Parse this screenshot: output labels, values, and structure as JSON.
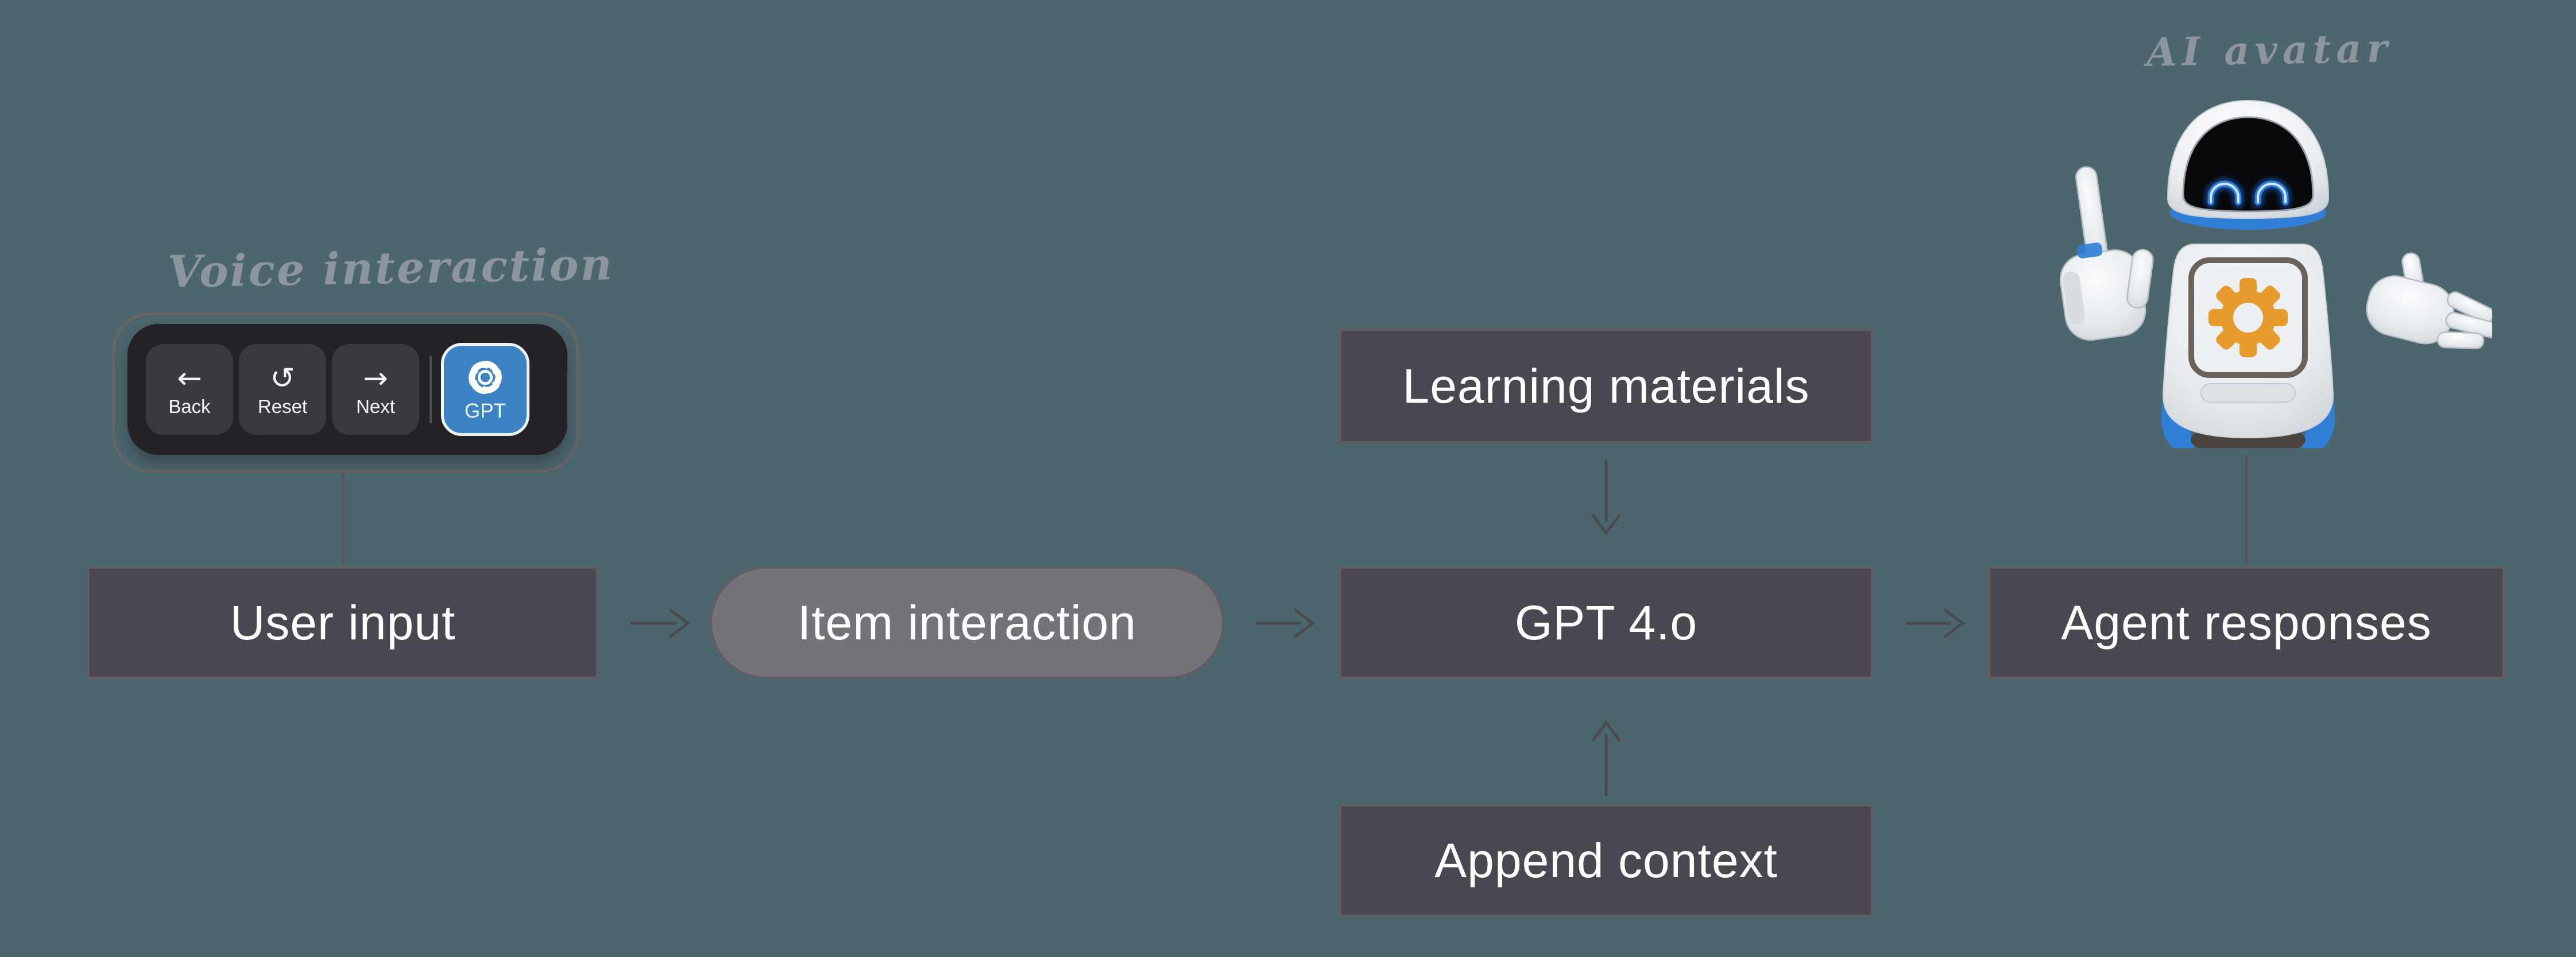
{
  "background": "#4c666d",
  "annotations": {
    "voice_label": "Voice interaction",
    "avatar_label": "AI avatar",
    "label_color": "#8d969c"
  },
  "toolbar": {
    "buttons": [
      {
        "label": "Back",
        "glyph": "←",
        "icon": "back-arrow-icon"
      },
      {
        "label": "Reset",
        "glyph": "↺",
        "icon": "reset-icon"
      },
      {
        "label": "Next",
        "glyph": "→",
        "icon": "next-arrow-icon"
      },
      {
        "label": "GPT",
        "glyph": "",
        "icon": "openai-logo-icon"
      }
    ],
    "colors": {
      "bar": "#232227",
      "button": "#3a393f",
      "gpt_button": "#3c83c6",
      "outline": "#6a6663"
    }
  },
  "flow": {
    "nodes": [
      {
        "id": "user-input",
        "label": "User input",
        "shape": "rect"
      },
      {
        "id": "item-interaction",
        "label": "Item interaction",
        "shape": "pill"
      },
      {
        "id": "gpt-4o",
        "label": "GPT 4.o",
        "shape": "rect"
      },
      {
        "id": "agent-responses",
        "label": "Agent responses",
        "shape": "rect"
      },
      {
        "id": "learning-materials",
        "label": "Learning materials",
        "shape": "rect"
      },
      {
        "id": "append-context",
        "label": "Append context",
        "shape": "rect"
      }
    ],
    "edges": [
      {
        "from": "voice-toolbar",
        "to": "user-input",
        "style": "line"
      },
      {
        "from": "user-input",
        "to": "item-interaction",
        "style": "arrow"
      },
      {
        "from": "item-interaction",
        "to": "gpt-4o",
        "style": "arrow"
      },
      {
        "from": "learning-materials",
        "to": "gpt-4o",
        "style": "arrow"
      },
      {
        "from": "append-context",
        "to": "gpt-4o",
        "style": "arrow"
      },
      {
        "from": "gpt-4o",
        "to": "agent-responses",
        "style": "arrow"
      },
      {
        "from": "ai-avatar",
        "to": "agent-responses",
        "style": "line"
      }
    ],
    "colors": {
      "node_fill": "#4a4750",
      "node_border": "#615d63",
      "pill_fill": "#75727a",
      "text": "#ffffff",
      "arrow": "#4a4a4d"
    }
  },
  "avatar": {
    "icon": "robot-avatar",
    "gear_color": "#e79b2c",
    "accent_blue": "#2f7fd6",
    "eye_color": "#4aa3ff"
  }
}
